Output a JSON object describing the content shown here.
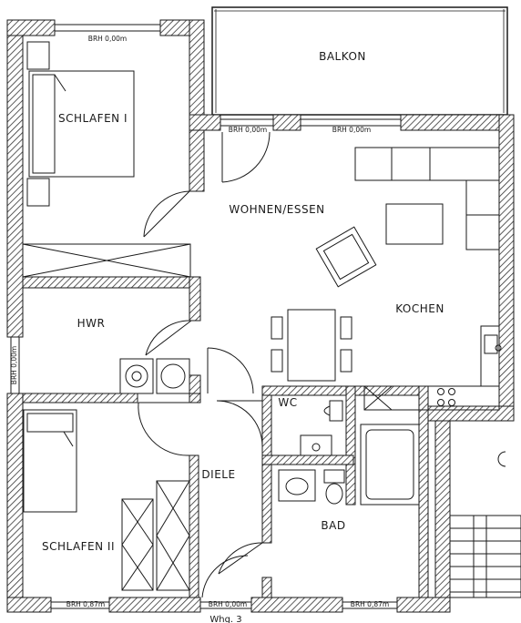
{
  "rooms": {
    "balkon": "BALKON",
    "schlafen1": "SCHLAFEN I",
    "wohnen": "WOHNEN/ESSEN",
    "kochen": "KOCHEN",
    "hwr": "HWR",
    "wc": "WC",
    "diele": "DIELE",
    "bad": "BAD",
    "schlafen2": "SCHLAFEN II"
  },
  "brh": {
    "schlafen1_top": "BRH 0,00m",
    "wohnen_left": "BRH 0,00m",
    "wohnen_right": "BRH 0,00m",
    "hwr_side": "BRH 0,00m",
    "schlafen2_bottom": "BRH 0,87m",
    "diele_bottom": "BRH 0,00m",
    "bad_bottom": "BRH 0,87m"
  },
  "footer": {
    "unit": "Whg. 3"
  },
  "colors": {
    "ink": "#1a1a1a",
    "hatch": "#333333",
    "paper": "#ffffff"
  }
}
